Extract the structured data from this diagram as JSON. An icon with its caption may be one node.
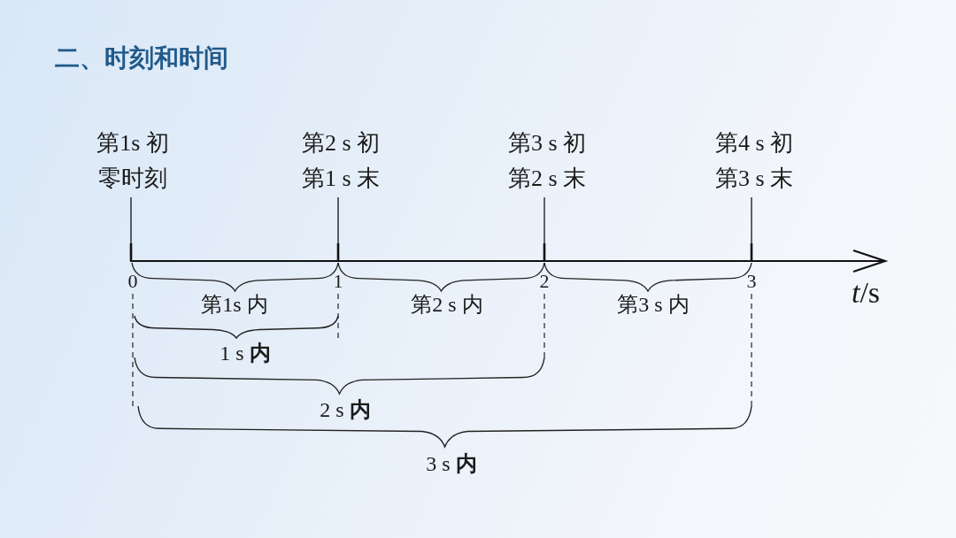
{
  "diagram": {
    "title": "二、时刻和时间",
    "labels": [
      "第1s 初",
      "第2 s 初",
      "第3 s 初",
      "第4 s 初",
      "零时刻",
      "第1 s 末",
      "第2 s 末",
      "第3 s 末",
      "0",
      "1",
      "2",
      "3",
      "*t*/s",
      "第1s 内",
      "第2 s 内",
      "第3 s 内",
      "1 s **内**",
      "2 s **内**",
      "3 s **内**"
    ]
  }
}
